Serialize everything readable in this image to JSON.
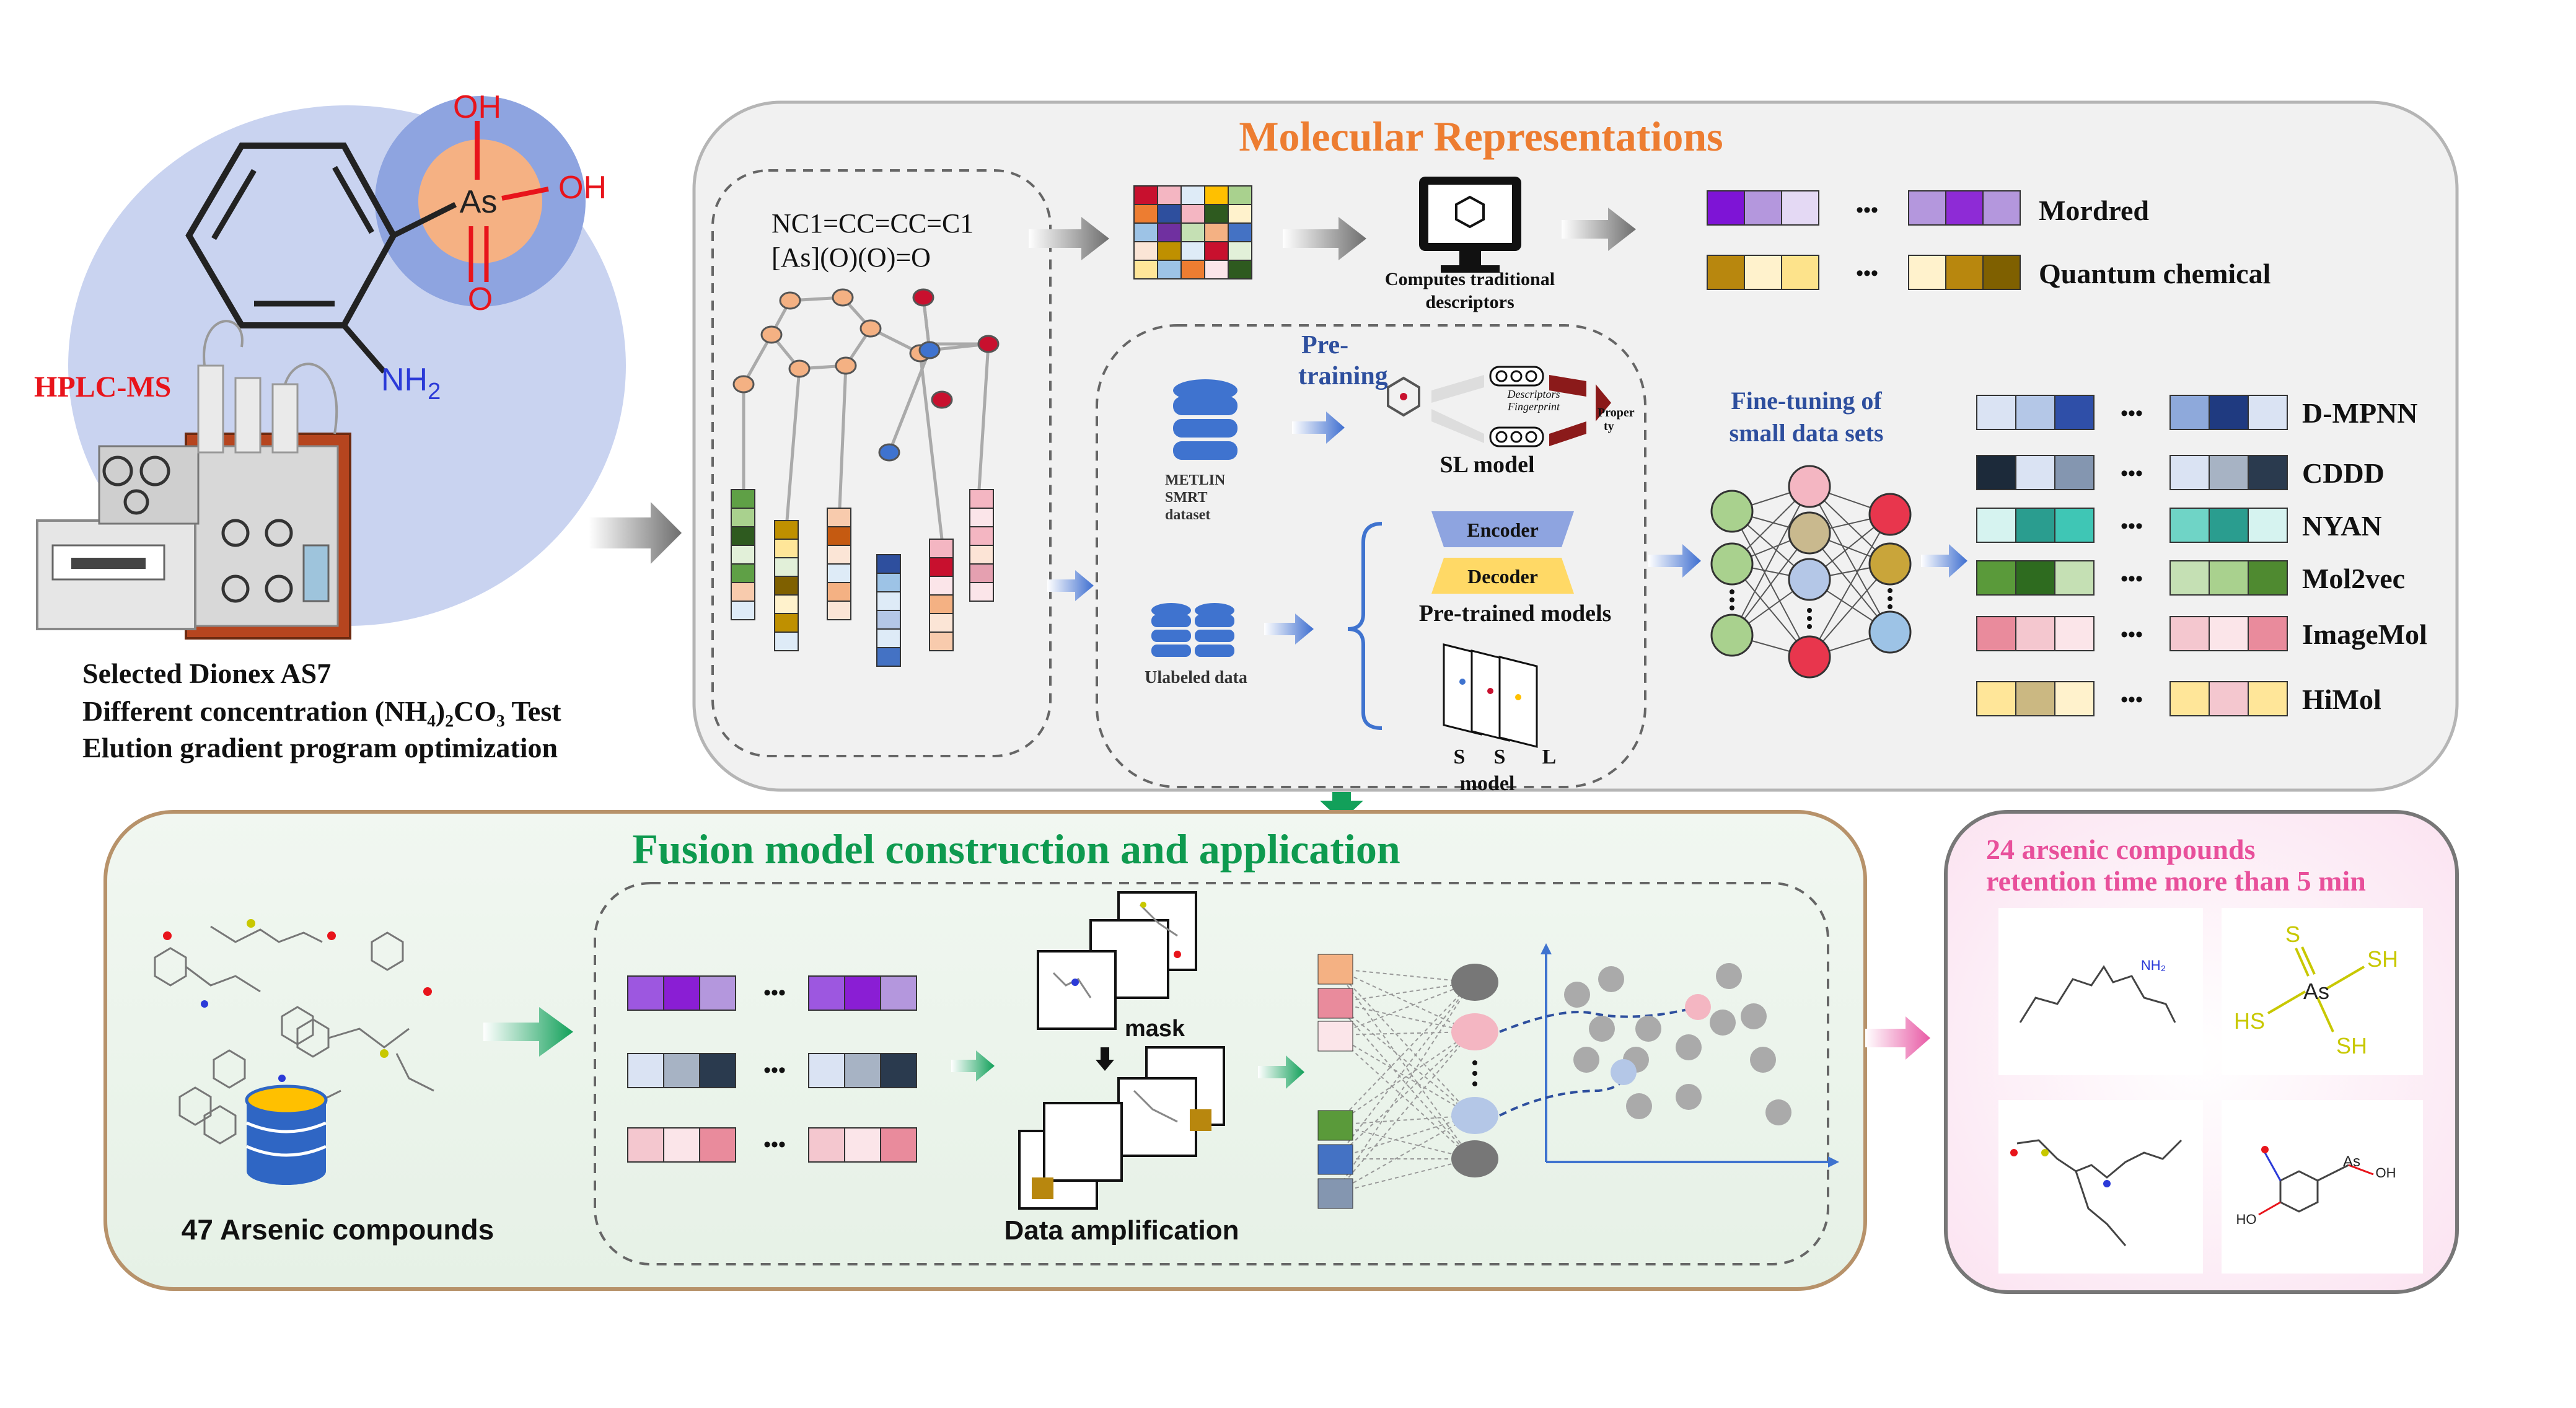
{
  "colors": {
    "orange_title": "#ED7D31",
    "green_title": "#0E9A4F",
    "pink_title": "#E8509B",
    "hplc_red": "#E8141B",
    "blue_arrow": "#4A78C8"
  },
  "left_panel": {
    "molecule_labels": {
      "oh_top": "OH",
      "oh_right": "OH",
      "as": "As",
      "o": "O",
      "nh2": "NH",
      "nh2_sub": "2"
    },
    "hplc_label": "HPLC-MS",
    "conditions": [
      "Selected Dionex AS7",
      "Different concentration (NH₄)₂CO₃ Test",
      "Elution gradient program optimization"
    ]
  },
  "molecular_representations": {
    "title": "Molecular Representations",
    "smiles_line1": "NC1=CC=CC=C1",
    "smiles_line2": "[As](O)(O)=O",
    "computes_line1": "Computes traditional",
    "computes_line2": "descriptors",
    "traditional_descriptors": [
      "Mordred",
      "Quantum chemical"
    ],
    "pretraining_line1": "Pre-",
    "pretraining_line2": "training",
    "metlin_line1": "METLIN",
    "metlin_line2": "SMRT",
    "metlin_line3": "dataset",
    "sl_model": "SL model",
    "sl_descriptors": "Descriptors",
    "sl_fingerprint": "Fingerprint",
    "sl_property_1": "Proper",
    "sl_property_2": "ty",
    "unlabeled": "Ulabeled data",
    "encoder": "Encoder",
    "decoder": "Decoder",
    "pretrained_models": "Pre-trained models",
    "ssl_s1": "S",
    "ssl_s2": "S",
    "ssl_l": "L",
    "ssl_model": "model",
    "finetune_line1": "Fine-tuning of",
    "finetune_line2": "small data sets",
    "learned_models": [
      "D-MPNN",
      "CDDD",
      "NYAN",
      "Mol2vec",
      "ImageMol",
      "HiMol"
    ]
  },
  "fusion": {
    "title": "Fusion model construction and application",
    "compounds_label": "47 Arsenic compounds",
    "mask_label": "mask",
    "amplification_label": "Data amplification"
  },
  "result": {
    "title_line1": "24 arsenic compounds",
    "title_line2": "retention time more than 5 min",
    "structure_labels": {
      "s": "S",
      "sh1": "SH",
      "as": "As",
      "hs": "HS",
      "sh2": "SH",
      "as_small": "As",
      "nh2": "NH₂",
      "ho": "HO",
      "oh": "OH"
    }
  },
  "ellipsis": "•••"
}
